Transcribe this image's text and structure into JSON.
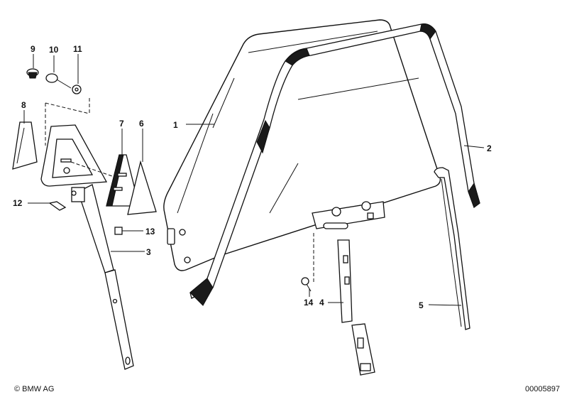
{
  "callouts": [
    {
      "id": "1",
      "text": "1"
    },
    {
      "id": "2",
      "text": "2"
    },
    {
      "id": "3",
      "text": "3"
    },
    {
      "id": "4",
      "text": "4"
    },
    {
      "id": "5",
      "text": "5"
    },
    {
      "id": "6",
      "text": "6"
    },
    {
      "id": "7",
      "text": "7"
    },
    {
      "id": "8",
      "text": "8"
    },
    {
      "id": "9",
      "text": "9"
    },
    {
      "id": "10",
      "text": "10"
    },
    {
      "id": "11",
      "text": "11"
    },
    {
      "id": "12",
      "text": "12"
    },
    {
      "id": "13",
      "text": "13"
    },
    {
      "id": "14",
      "text": "14"
    }
  ],
  "footer": {
    "copyright": "© BMW AG",
    "diagram_number": "00005897"
  }
}
